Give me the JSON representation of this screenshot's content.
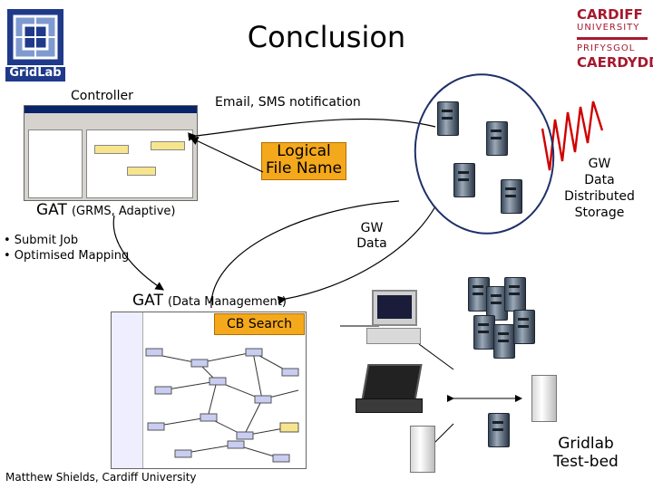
{
  "title": "Conclusion",
  "logos": {
    "gridlab": "GridLab",
    "cardiff": [
      "CARDIFF",
      "UNIVERSITY",
      "PRIFYSGOL",
      "CAERDYDD"
    ]
  },
  "labels": {
    "controller": "Controller",
    "email": "Email, SMS notification",
    "logical_file_1": "Logical",
    "logical_file_2": "File Name",
    "gat_grms_1": "GAT",
    "gat_grms_2": "(GRMS, Adaptive)",
    "bullet_1": "• Submit Job",
    "bullet_2": "• Optimised Mapping",
    "gw_data_1": "GW",
    "gw_data_2": "Data",
    "gw_dist_1": "GW",
    "gw_dist_2": "Data",
    "gw_dist_3": "Distributed",
    "gw_dist_4": "Storage",
    "gat_dm_1": "GAT",
    "gat_dm_2": "(Data Management)",
    "cb_search": "CB Search",
    "testbed_1": "Gridlab",
    "testbed_2": "Test-bed",
    "footer": "Matthew Shields, Cardiff University"
  },
  "colors": {
    "orange": "#f4a81c",
    "navy": "#1f3a8a",
    "cardiff_red": "#a6192e"
  }
}
